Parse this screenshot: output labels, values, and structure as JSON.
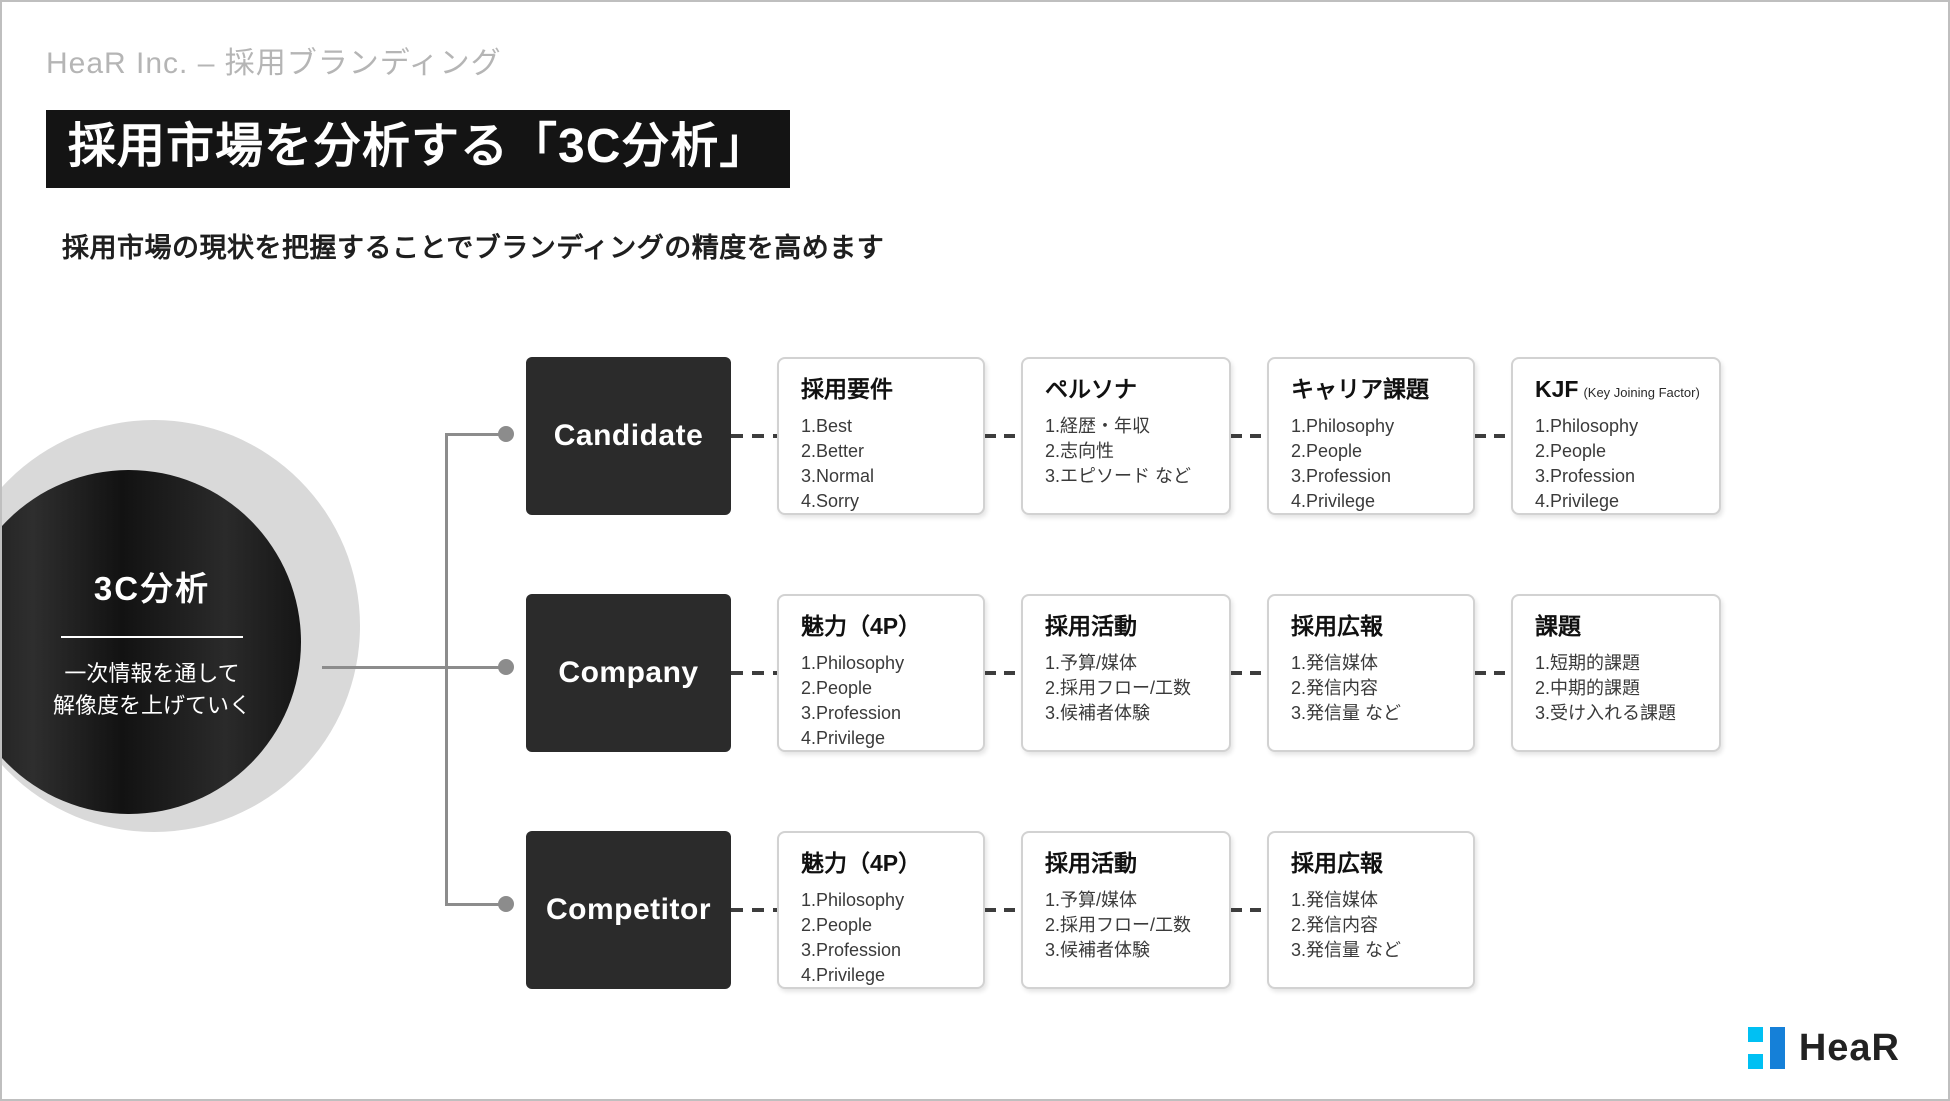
{
  "header": {
    "eyebrow": "HeaR Inc. – 採用ブランディング",
    "title": "採用市場を分析する「3C分析」",
    "subtitle": "採用市場の現状を把握することでブランディングの精度を高めます"
  },
  "hub": {
    "title": "3C分析",
    "caption": "一次情報を通して\n解像度を上げていく"
  },
  "rows": [
    {
      "category": "Candidate",
      "cards": [
        {
          "head": "採用要件",
          "sup": "",
          "items": "1.Best\n2.Better\n3.Normal\n4.Sorry"
        },
        {
          "head": "ペルソナ",
          "sup": "",
          "items": "1.経歴・年収\n2.志向性\n3.エピソード など"
        },
        {
          "head": "キャリア課題",
          "sup": "",
          "items": "1.Philosophy\n2.People\n3.Profession\n4.Privilege"
        },
        {
          "head": "KJF",
          "sup": "(Key Joining Factor)",
          "items": "1.Philosophy\n2.People\n3.Profession\n4.Privilege"
        }
      ]
    },
    {
      "category": "Company",
      "cards": [
        {
          "head": "魅力（4P）",
          "sup": "",
          "items": "1.Philosophy\n2.People\n3.Profession\n4.Privilege"
        },
        {
          "head": "採用活動",
          "sup": "",
          "items": "1.予算/媒体\n2.採用フロー/工数\n3.候補者体験"
        },
        {
          "head": "採用広報",
          "sup": "",
          "items": "1.発信媒体\n2.発信内容\n3.発信量 など"
        },
        {
          "head": "課題",
          "sup": "",
          "items": "1.短期的課題\n2.中期的課題\n3.受け入れる課題"
        }
      ]
    },
    {
      "category": "Competitor",
      "cards": [
        {
          "head": "魅力（4P）",
          "sup": "",
          "items": "1.Philosophy\n2.People\n3.Profession\n4.Privilege"
        },
        {
          "head": "採用活動",
          "sup": "",
          "items": "1.予算/媒体\n2.採用フロー/工数\n3.候補者体験"
        },
        {
          "head": "採用広報",
          "sup": "",
          "items": "1.発信媒体\n2.発信内容\n3.発信量 など"
        }
      ]
    }
  ],
  "logo": {
    "word": "HeaR",
    "mark_cyan": "#00c0f3",
    "mark_blue": "#1580d8"
  }
}
